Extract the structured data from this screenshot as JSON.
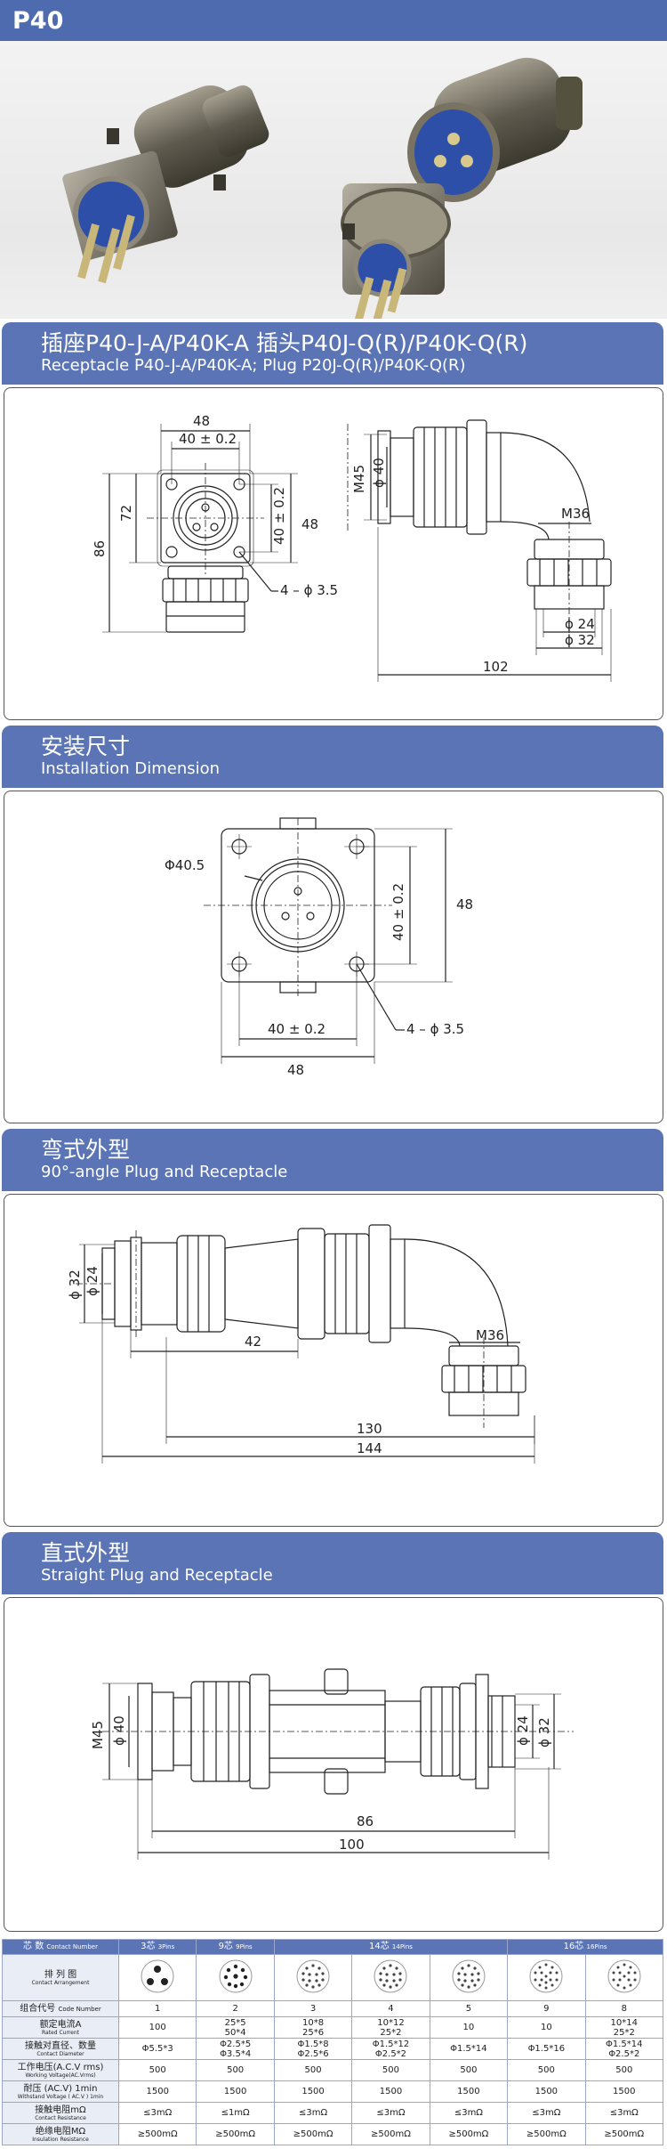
{
  "header": {
    "title": "P40"
  },
  "sections": {
    "s1": {
      "title_zh": "插座P40-J-A/P40K-A   插头P40J-Q(R)/P40K-Q(R)",
      "title_en": "Receptacle P40-J-A/P40K-A; Plug P20J-Q(R)/P40K-Q(R)"
    },
    "s2": {
      "title_zh": "安装尺寸",
      "title_en": "Installation Dimension"
    },
    "s3": {
      "title_zh": "弯式外型",
      "title_en": "90°-angle Plug and Receptacle"
    },
    "s4": {
      "title_zh": "直式外型",
      "title_en": "Straight Plug and Receptacle"
    }
  },
  "dims": {
    "d1": {
      "w48": "48",
      "w40": "40 ± 0.2",
      "h86": "86",
      "h72": "72",
      "h40": "40 ± 0.2",
      "h48": "48",
      "holes": "4 – ϕ 3.5",
      "m45": "M45",
      "d40": "ϕ 40",
      "m36": "M36",
      "d24": "ϕ 24",
      "d32": "ϕ 32",
      "l102": "102"
    },
    "d2": {
      "phi": "Φ40.5",
      "h40": "40 ± 0.2",
      "h48": "48",
      "w40": "40 ± 0.2",
      "w48": "48",
      "holes": "4 – ϕ 3.5"
    },
    "d3": {
      "d32": "ϕ 32",
      "d24": "ϕ 24",
      "m36": "M36",
      "l42": "42",
      "l130": "130",
      "l144": "144"
    },
    "d4": {
      "m45": "M45",
      "d40": "ϕ 40",
      "d24": "ϕ 24",
      "d32": "ϕ 32",
      "l86": "86",
      "l100": "100"
    }
  },
  "table": {
    "head": {
      "label_zh": "芯  数",
      "label_en": "Contact Number",
      "g1": "3芯",
      "g1e": "3Pins",
      "g2": "9芯",
      "g2e": "9Pins",
      "g3": "14芯",
      "g3e": "14Pins",
      "g4": "16芯",
      "g4e": "16Pins"
    },
    "rows": {
      "arr": {
        "zh": "排 列 图",
        "en": "Contact Arrangement"
      },
      "code": {
        "zh": "组合代号",
        "en": "Code Number",
        "c": [
          "1",
          "2",
          "3",
          "4",
          "5",
          "9",
          "8"
        ]
      },
      "cur": {
        "zh": "额定电流A",
        "en": "Rated Current",
        "c": [
          "100",
          "25*5\n50*4",
          "10*8\n25*6",
          "10*12\n25*2",
          "10",
          "10",
          "10*14\n25*2"
        ]
      },
      "dia": {
        "zh": "接触对直径、数量",
        "en": "Contact Diameter",
        "c": [
          "Φ5.5*3",
          "Φ2.5*5\nΦ3.5*4",
          "Φ1.5*8\nΦ2.5*6",
          "Φ1.5*12\nΦ2.5*2",
          "Φ1.5*14",
          "Φ1.5*16",
          "Φ1.5*14\nΦ2.5*2"
        ]
      },
      "volt": {
        "zh": "工作电压(A.C.V rms)",
        "en": "Working Voltage(AC.Vrms)",
        "c": [
          "500",
          "500",
          "500",
          "500",
          "500",
          "500",
          "500"
        ]
      },
      "with": {
        "zh": "耐压 (AC.V) 1min",
        "en": "Withstand Voltage ( AC.V ) 1min",
        "c": [
          "1500",
          "1500",
          "1500",
          "1500",
          "1500",
          "1500",
          "1500"
        ]
      },
      "cres": {
        "zh": "接触电阻mΩ",
        "en": "Contact Resistance",
        "c": [
          "≤3mΩ",
          "≤1mΩ",
          "≤3mΩ",
          "≤3mΩ",
          "≤3mΩ",
          "≤3mΩ",
          "≤3mΩ"
        ]
      },
      "ires": {
        "zh": "绝缘电阻MΩ",
        "en": "Insulation Resistance",
        "c": [
          "≥500mΩ",
          "≥500mΩ",
          "≥500mΩ",
          "≥500mΩ",
          "≥500mΩ",
          "≥500mΩ",
          "≥500mΩ"
        ]
      }
    }
  },
  "colors": {
    "bar": "#5a74b6",
    "title_bar": "#4e6bb0",
    "metal": "#6f6a5c",
    "insulator": "#2e4fa8"
  }
}
